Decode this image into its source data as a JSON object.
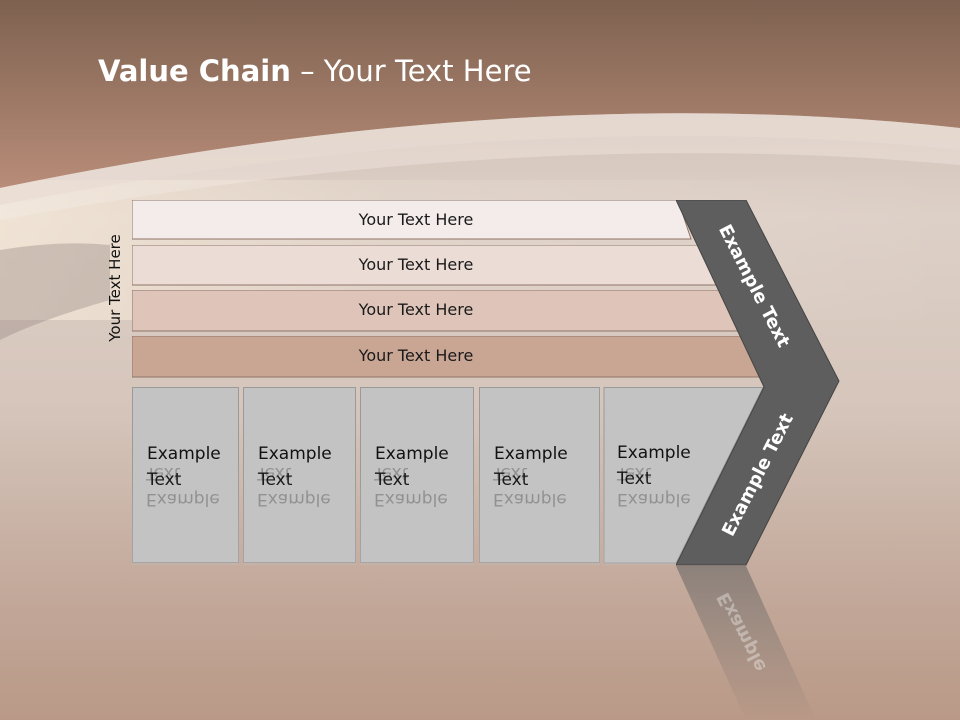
{
  "title": {
    "bold": "Value Chain",
    "rest": " – Your Text Here"
  },
  "side_label": "Your Text Here",
  "bands": [
    {
      "label": "Your Text Here",
      "fill": "#f4ecea"
    },
    {
      "label": "Your Text Here",
      "fill": "#ebdcd6"
    },
    {
      "label": "Your Text Here",
      "fill": "#dfc5b9"
    },
    {
      "label": "Your Text Here",
      "fill": "#c9a694"
    }
  ],
  "columns": [
    {
      "line1": "Example",
      "line2": "Text"
    },
    {
      "line1": "Example",
      "line2": "Text"
    },
    {
      "line1": "Example",
      "line2": "Text"
    },
    {
      "line1": "Example",
      "line2": "Text"
    },
    {
      "line1": "Example",
      "line2": "Text"
    }
  ],
  "chevron": {
    "upper_label": "Example Text",
    "lower_label": "Example Text",
    "reflection_label": "Example",
    "fill": "#5e5e5e"
  },
  "colors": {
    "title": "#ffffff",
    "header_top": "#8a6a58",
    "header_bottom": "#b58a75"
  }
}
